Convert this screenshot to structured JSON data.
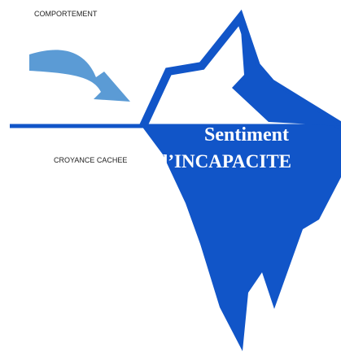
{
  "labels": {
    "top": "COMPORTEMENT",
    "hidden": "CROYANCE CACHEE"
  },
  "iceberg_text": {
    "line1": "Sentiment",
    "line2": "l’INCAPACITE"
  },
  "colors": {
    "iceberg": "#1155c8",
    "arrow": "#5b9bd5",
    "text": "#222222",
    "background": "#ffffff"
  }
}
